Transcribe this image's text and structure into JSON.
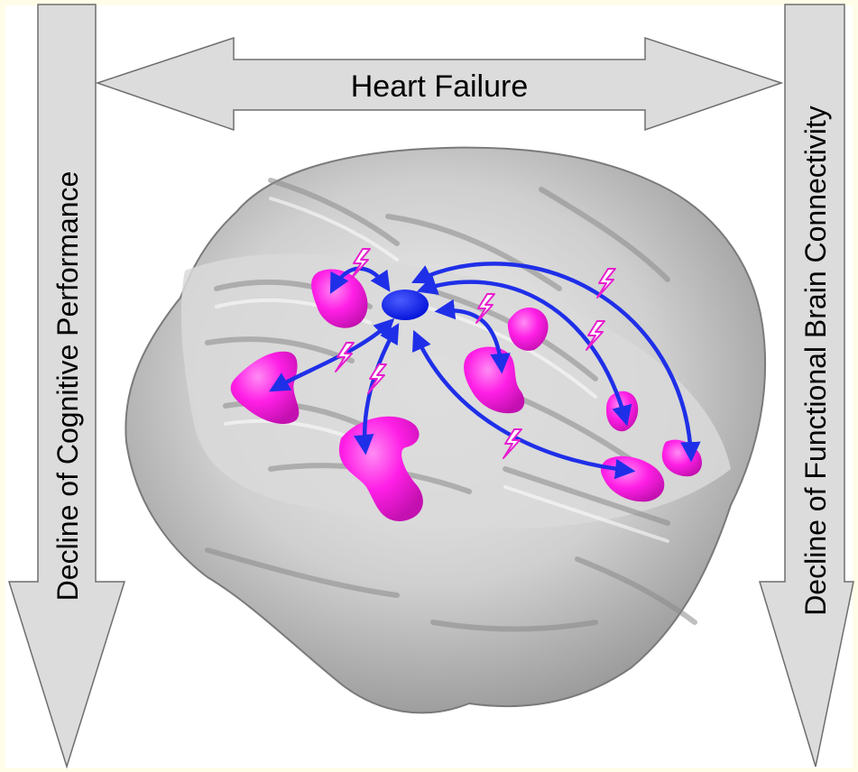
{
  "diagram": {
    "top_arrow_label": "Heart Failure",
    "left_arrow_label": "Decline of Cognitive Performance",
    "right_arrow_label": "Decline of Functional Brain Connectivity"
  },
  "colors": {
    "border": "#FFFDE8",
    "arrow_fill": "#DCDCDC",
    "arrow_stroke": "#6E6E6E",
    "brain": "#C6C6C6",
    "brain_dark": "#8E8E8E",
    "region": "#FF1FE6",
    "hub": "#0A1AF0",
    "connection": "#1F2FE8",
    "bolt": "#E61ECF"
  },
  "icons": {
    "bolt": "lightning-bolt-icon",
    "brain": "brain-render"
  }
}
